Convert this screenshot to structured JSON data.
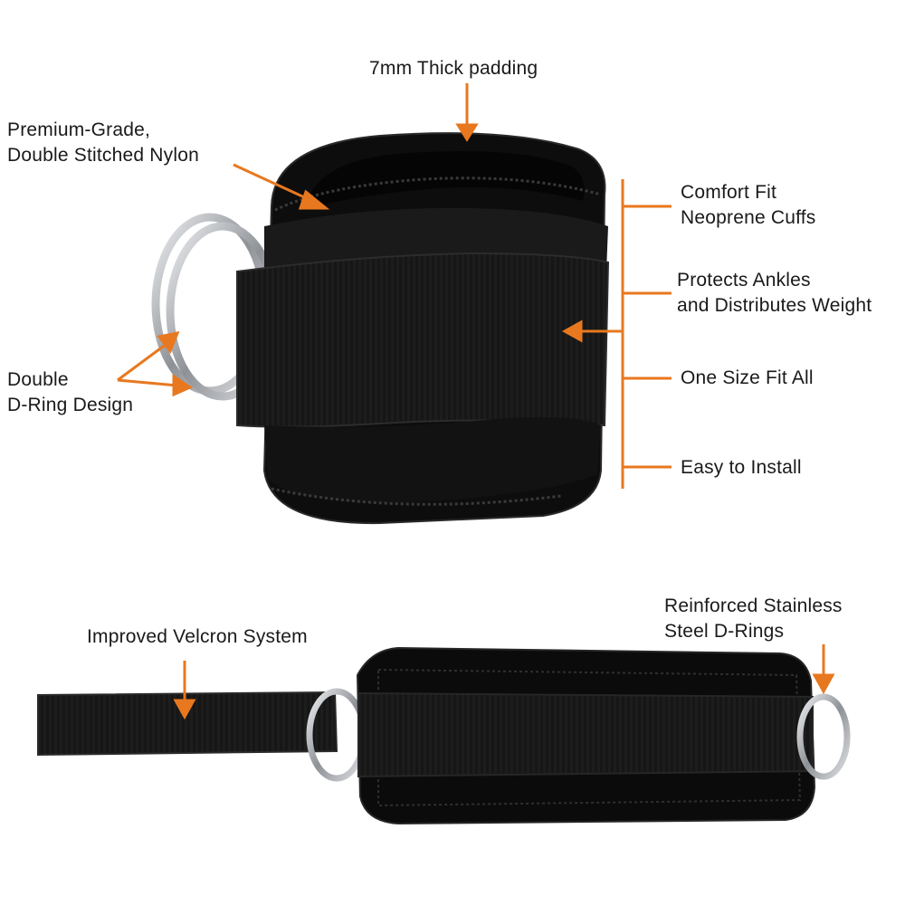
{
  "colors": {
    "accent": "#e8781f",
    "strap": "#151515",
    "neoprene": "#0c0c0c",
    "ring": "#b9bcc0"
  },
  "icons": {
    "arrow": "arrow-icon",
    "d_ring": "d-ring-icon"
  },
  "callouts": {
    "padding": "7mm Thick padding",
    "nylon": [
      "Premium-Grade,",
      "Double Stitched Nylon"
    ],
    "comfort": [
      "Comfort Fit",
      "Neoprene Cuffs"
    ],
    "protects": [
      "Protects Ankles",
      "and Distributes Weight"
    ],
    "size": "One Size Fit All",
    "install": "Easy to Install",
    "dring": [
      "Double",
      "D-Ring Design"
    ],
    "velcro": "Improved Velcron System",
    "steel": [
      "Reinforced Stainless",
      "Steel D-Rings"
    ]
  }
}
